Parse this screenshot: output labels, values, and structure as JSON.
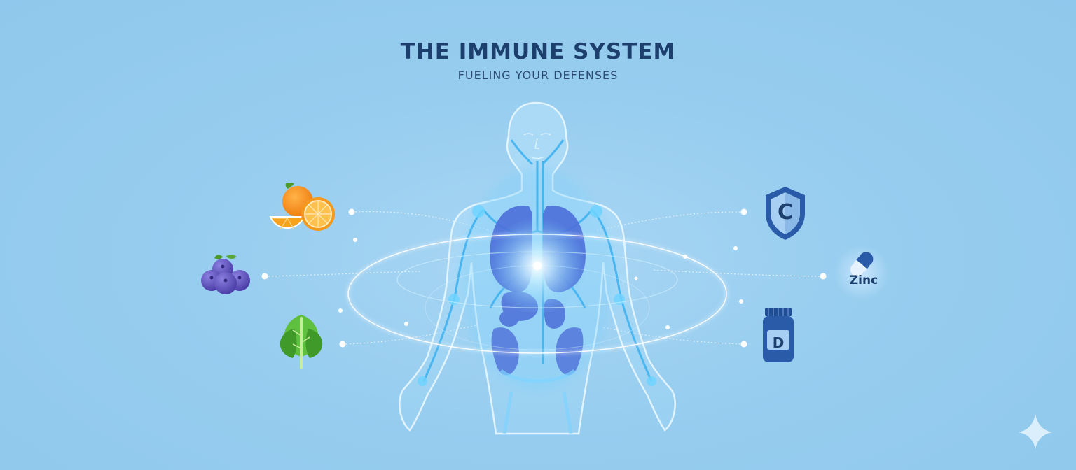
{
  "title": "THE IMMUNE SYSTEM",
  "subtitle": "FUELING YOUR DEFENSES",
  "left_items": [
    {
      "icon": "orange-icon"
    },
    {
      "icon": "blueberries-icon"
    },
    {
      "icon": "spinach-icon"
    }
  ],
  "right_items": [
    {
      "icon": "vitamin-c-shield-icon",
      "label": "C"
    },
    {
      "icon": "zinc-capsule-icon",
      "label": "Zinc"
    },
    {
      "icon": "vitamin-d-bottle-icon",
      "label": "D"
    }
  ],
  "colors": {
    "background": "#97cdef",
    "title": "#1d3f6e",
    "body_glow": "#4fb6f2",
    "organs": "#4d6fd8",
    "vitamin_blue": "#2a5ba8"
  }
}
